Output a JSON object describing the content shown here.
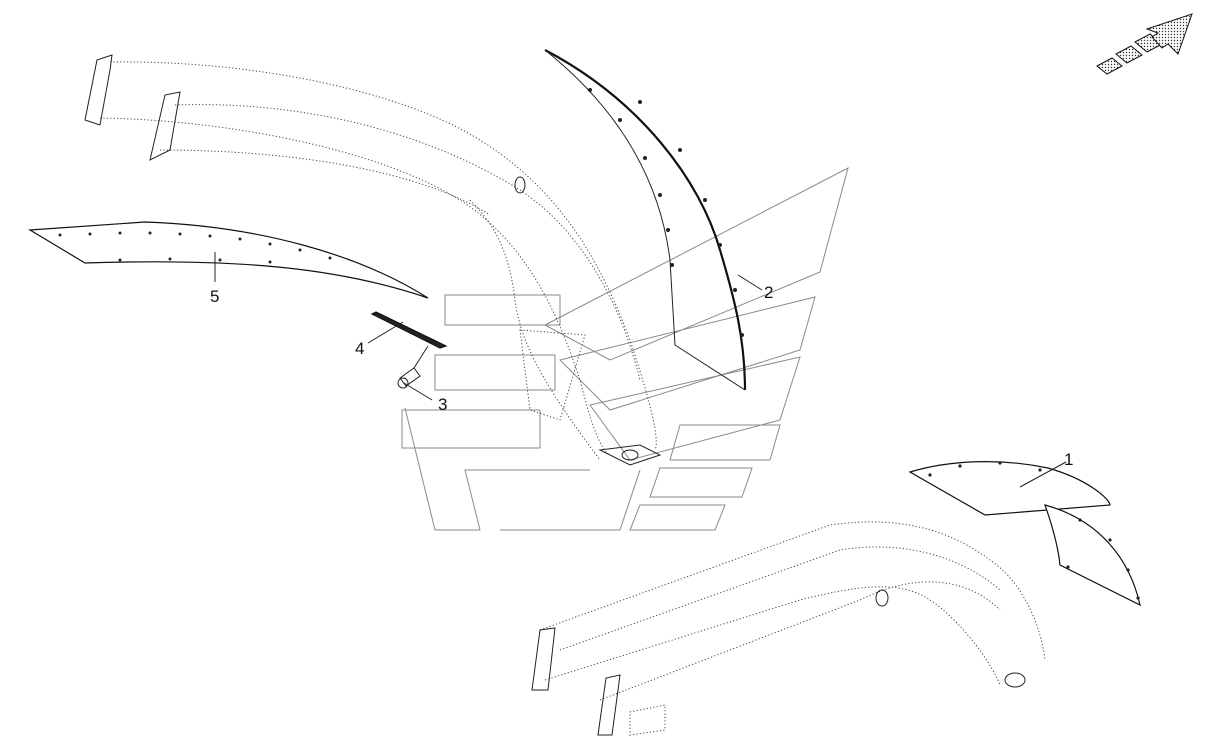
{
  "diagram": {
    "callouts": [
      {
        "id": "1",
        "label": "1"
      },
      {
        "id": "2",
        "label": "2"
      },
      {
        "id": "3",
        "label": "3"
      },
      {
        "id": "4",
        "label": "4"
      },
      {
        "id": "5",
        "label": "5"
      }
    ],
    "orientation_arrow": "direction-arrow-icon"
  }
}
